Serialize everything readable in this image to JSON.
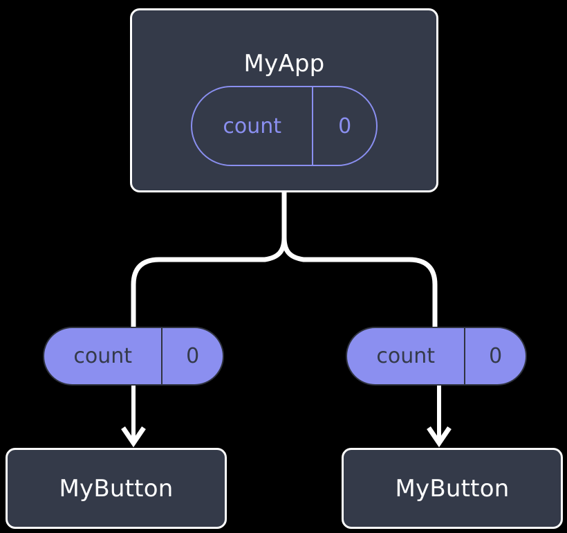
{
  "diagram": {
    "background_color": "#000000",
    "accent_color": "#8b8ff0",
    "box_fill_color": "#343a49",
    "line_color": "#ffffff",
    "nodes": {
      "root": {
        "label": "MyApp",
        "state": {
          "key": "count",
          "value": "0"
        }
      },
      "children": [
        {
          "label": "MyButton",
          "state": {
            "key": "count",
            "value": "0"
          }
        },
        {
          "label": "MyButton",
          "state": {
            "key": "count",
            "value": "0"
          }
        }
      ]
    }
  }
}
